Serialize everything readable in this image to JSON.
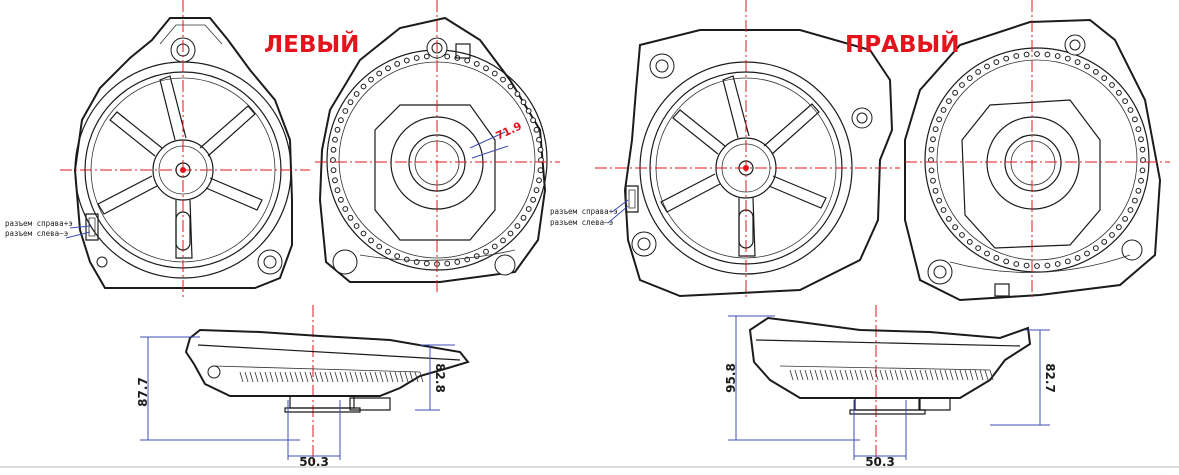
{
  "labels": {
    "left_title": "ЛЕВЫЙ",
    "right_title": "ПРАВЫЙ",
    "left_connector_right": "разъем справа+э",
    "left_connector_left": "разъем слева–э",
    "right_connector_right": "разъем справа+э",
    "right_connector_left": "разъем слева–э",
    "angle_note": "71.9"
  },
  "dimensions": {
    "left_height_total": "87.7",
    "left_height_body": "82.8",
    "left_base_width": "50.3",
    "right_height_total": "95.8",
    "right_height_body": "82.7",
    "right_base_width": "50.3"
  },
  "colors": {
    "centerline": "#e3141b",
    "dimension_line": "#3b4fb5",
    "outline": "#1b1b1b",
    "title": "#e3141b"
  }
}
